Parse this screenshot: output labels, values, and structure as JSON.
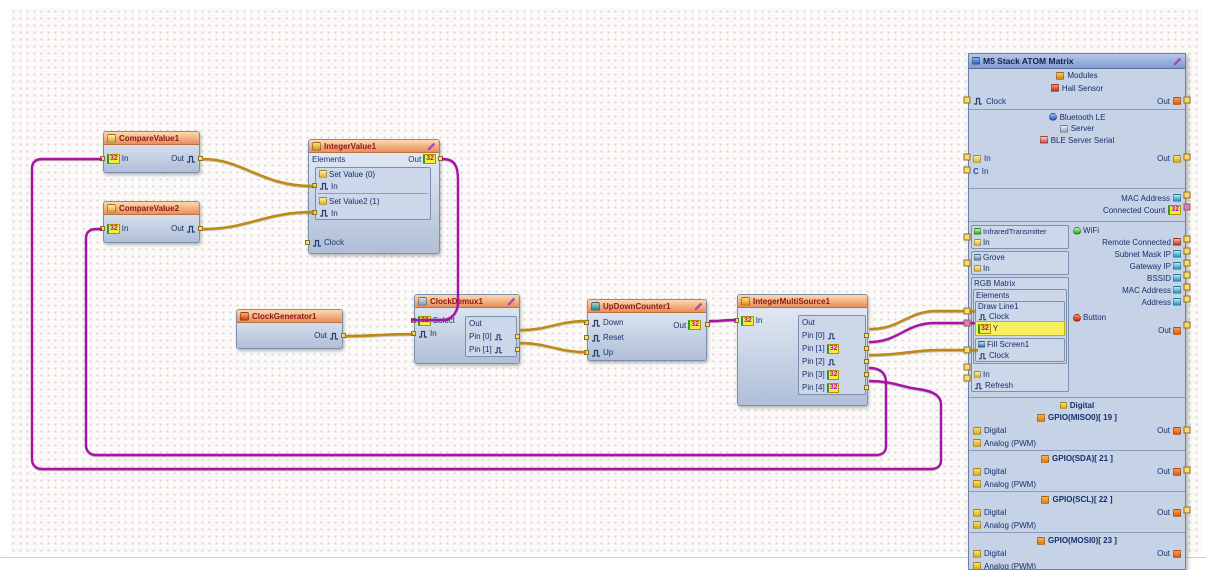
{
  "labels": {
    "b32": "32"
  },
  "wires": {
    "clock": "#bd8a12",
    "data": "#a812a8",
    "connector": "#ffda6a",
    "connector_int": "#ee6ee0"
  },
  "components": {
    "compareValue1": {
      "title": "CompareValue1",
      "in": "In",
      "out": "Out"
    },
    "compareValue2": {
      "title": "CompareValue2",
      "in": "In",
      "out": "Out"
    },
    "integerValue1": {
      "title": "IntegerValue1",
      "out": "Out",
      "elements": "Elements",
      "setValue0": "Set Value (0)",
      "in0": "In",
      "setValue1": "Set Value2 (1)",
      "in1": "In",
      "clock": "Clock"
    },
    "clockGenerator1": {
      "title": "ClockGenerator1",
      "out": "Out"
    },
    "clockDemux1": {
      "title": "ClockDemux1",
      "select": "Select",
      "in": "In",
      "out": "Out",
      "pin0": "Pin [0]",
      "pin1": "Pin [1]"
    },
    "upDownCounter1": {
      "title": "UpDownCounter1",
      "down": "Down",
      "reset": "Reset",
      "up": "Up",
      "out": "Out"
    },
    "integerMultiSource1": {
      "title": "IntegerMultiSource1",
      "in": "In",
      "out": "Out",
      "pin0": "Pin [0]",
      "pin1": "Pin [1]",
      "pin2": "Pin [2]",
      "pin3": "Pin [3]",
      "pin4": "Pin [4]"
    }
  },
  "panel": {
    "title": "M5 Stack ATOM Matrix",
    "modules": "Modules",
    "hallSensor": "Hall Sensor",
    "clock": "Clock",
    "out": "Out",
    "bluetoothLe": "Bluetooth LE",
    "server": "Server",
    "bleServerSerial": "BLE Server Serial",
    "in": "In",
    "macAddress": "MAC Address",
    "connectedCount": "Connected Count",
    "infraredTransmitter": "InfraredTransmitter",
    "wifi": "WiFi",
    "remoteConnected": "Remote Connected",
    "subnetMask": "Subnet Mask IP",
    "gateway": "Gateway IP",
    "bssid": "BSSID",
    "macAddress2": "MAC Address",
    "address": "Address",
    "grove": "Grove",
    "rgbMatrix": "RGB Matrix",
    "elements": "Elements",
    "drawLine1": "Draw Line1",
    "y": "Y",
    "button": "Button",
    "fillScreen1": "Fill Screen1",
    "refresh": "Refresh",
    "digitalSection": "Digital",
    "digital": "Digital",
    "analog": "Analog (PWM)",
    "gpio_blocks": [
      "GPIO(MISO0)[ 19 ]",
      "GPIO(SDA)[ 21 ]",
      "GPIO(SCL)[ 22 ]",
      "GPIO(MOSI0)[ 23 ]"
    ]
  }
}
